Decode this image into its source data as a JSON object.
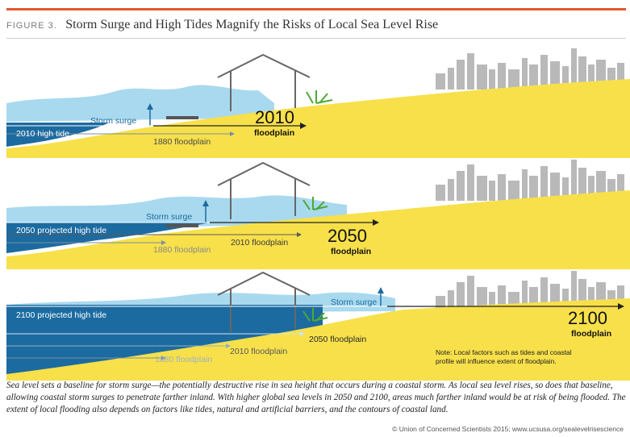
{
  "figure": {
    "label": "FIGURE 3.",
    "title": "Storm Surge and High Tides Magnify the Risks of Local Sea Level Rise"
  },
  "panels": [
    {
      "year": "2010",
      "high_tide": "2010 high tide",
      "storm_surge": "Storm surge",
      "floodplains": [
        "1880 floodplain"
      ],
      "year_sub": "floodplain"
    },
    {
      "year": "2050",
      "high_tide": "2050 projected high tide",
      "storm_surge": "Storm surge",
      "floodplains": [
        "1880 floodplain",
        "2010 floodplain"
      ],
      "year_sub": "floodplain"
    },
    {
      "year": "2100",
      "high_tide": "2100 projected high tide",
      "storm_surge": "Storm surge",
      "floodplains": [
        "1880 floodplain",
        "2010 floodplain",
        "2050 floodplain"
      ],
      "year_sub": "floodplain",
      "note": [
        "Note: Local factors such as tides and coastal",
        "profile will influence extent of floodplain."
      ]
    }
  ],
  "caption": "Sea level sets a baseline for storm surge—the potentially destructive rise in sea height that occurs during a coastal storm. As local sea level rises, so does that baseline, allowing coastal storm surges to penetrate farther inland. With higher global sea levels in 2050 and 2100, areas much farther inland would be at risk of being flooded. The extent of local flooding also depends on factors like tides, natural and artificial barriers, and the contours of coastal land.",
  "credit": "© Union of Concerned Scientists 2015; www.ucsusa.org/sealevelrisescience",
  "colors": {
    "land": "#f7e04a",
    "surge": "#a9d9ee",
    "deep_water": "#1c6ba0",
    "skyline": "#b9b9b9",
    "house": "#666666",
    "grass": "#4fa834",
    "accent_rule": "#e4572e"
  }
}
